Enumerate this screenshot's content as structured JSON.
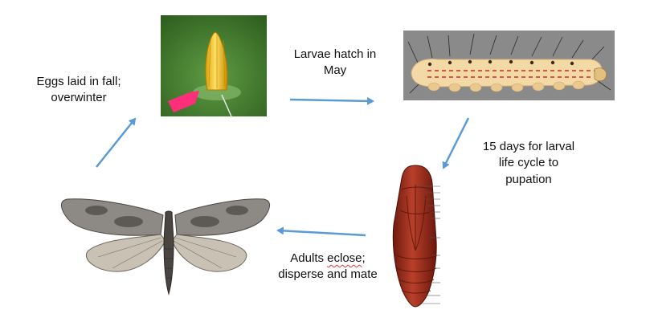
{
  "labels": {
    "eggs": "Eggs laid in fall;\noverwinter",
    "larvae": "Larvae hatch in\nMay",
    "larval_cycle": "15 days for larval\nlife cycle to\npupation",
    "adults_word1": "Adults ",
    "adults_word2": "eclose",
    "adults_rest": ";\ndisperse and mate"
  },
  "stages": [
    "egg",
    "larva",
    "pupa",
    "adult moth"
  ],
  "colors": {
    "arrow": "#5b9bd5",
    "egg": "#f0c419",
    "leaf": "#3f7a2a",
    "egg_marker": "#ff2e7a",
    "larva_bg": "#8a8a8a",
    "larva_body": "#f3d9a6",
    "larva_stripe": "#d9534f",
    "pupa": "#9b2a1c",
    "moth_wing": "#8d8a85",
    "moth_hindwing": "#c9c1b4"
  }
}
